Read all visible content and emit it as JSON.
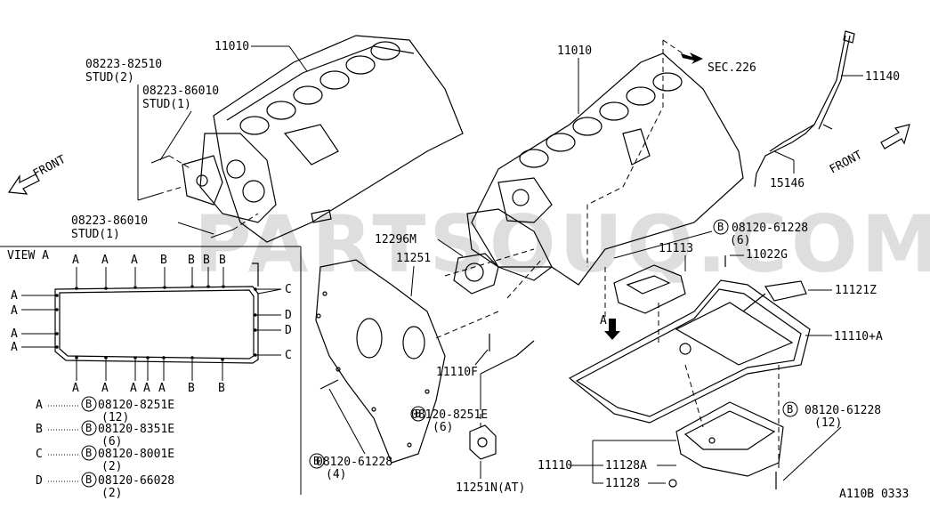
{
  "watermark": "PARTSOUQ.COM",
  "footer_code": "A110B 0333",
  "front_left": "FRONT",
  "front_right": "FRONT",
  "sec_ref": "SEC.226",
  "part_numbers": {
    "block_left": "11010",
    "block_right": "11010",
    "stud_a_num": "08223-82510",
    "stud_a_name": "STUD(2)",
    "stud_b_num": "08223-86010",
    "stud_b_name": "STUD(1)",
    "stud_c_num": "08223-86010",
    "stud_c_name": "STUD(1)",
    "seal_retainer": "12296M",
    "rear_plate": "11251",
    "dipstick": "11140",
    "dipstick_guide": "15146",
    "baffle": "11113",
    "stud_oil": "11022G",
    "strainer": "11121Z",
    "oil_pan": "11110+A",
    "dowel": "11110F",
    "bolt_8251": "08120-8251E",
    "bolt_8251_qty": "(6)",
    "bolt_61228_a": "08120-61228",
    "bolt_61228_a_qty": "(6)",
    "bolt_61228_b": "08120-61228",
    "bolt_61228_b_qty": "(4)",
    "bolt_61228_c": "08120-61228",
    "bolt_61228_c_qty": "(12)",
    "lower_pan": "11110",
    "gasket": "11128A",
    "drain_plug": "11128",
    "cover_at": "11251N(AT)"
  },
  "view_a": {
    "title": "VIEW A",
    "top_letters": [
      "A",
      "A",
      "A",
      "B",
      "B",
      "B",
      "B"
    ],
    "bottom_letters": [
      "A",
      "A",
      "A",
      "A",
      "A",
      "B",
      "B"
    ],
    "left_letters": [
      "A",
      "A",
      "A",
      "A"
    ],
    "right_letters": [
      "C",
      "D",
      "D",
      "C"
    ],
    "legend": [
      {
        "key": "A",
        "bolt": "08120-8251E",
        "qty": "(12)"
      },
      {
        "key": "B",
        "bolt": "08120-8351E",
        "qty": "(6)"
      },
      {
        "key": "C",
        "bolt": "08120-8001E",
        "qty": "(2)"
      },
      {
        "key": "D",
        "bolt": "08120-66028",
        "qty": "(2)"
      }
    ],
    "marker_b": "B",
    "marker_a": "A"
  }
}
